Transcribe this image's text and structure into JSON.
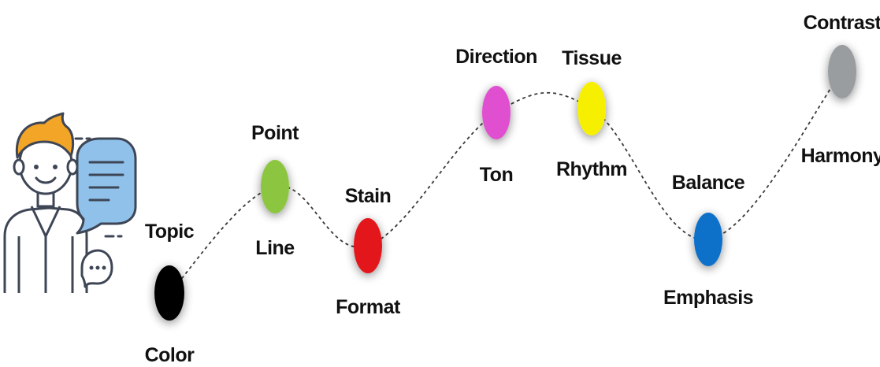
{
  "diagram": {
    "nodes": [
      {
        "id": "n1",
        "top_label": "Topic",
        "bottom_label": "Color",
        "color": "#000000"
      },
      {
        "id": "n2",
        "top_label": "Point",
        "bottom_label": "Line",
        "color": "#8cc63f"
      },
      {
        "id": "n3",
        "top_label": "Stain",
        "bottom_label": "Format",
        "color": "#e3131b"
      },
      {
        "id": "n4",
        "top_label": "Direction",
        "bottom_label": "Ton",
        "color": "#e04fcf"
      },
      {
        "id": "n5",
        "top_label": "Tissue",
        "bottom_label": "Rhythm",
        "color": "#f6f000"
      },
      {
        "id": "n6",
        "top_label": "Balance",
        "bottom_label": "Emphasis",
        "color": "#0a6fc9"
      },
      {
        "id": "n7",
        "top_label": "Contrast",
        "bottom_label": "Harmony",
        "color": "#9a9da0"
      }
    ],
    "connector_style": "dashed",
    "icon": "person-with-speech-bubbles-icon"
  }
}
